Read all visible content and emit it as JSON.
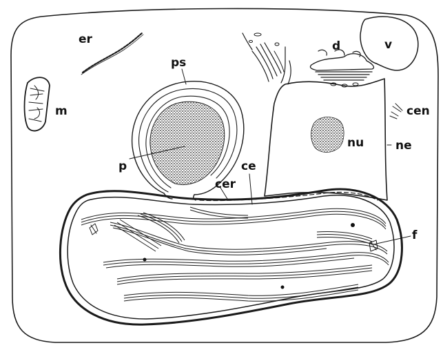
{
  "diagram": {
    "labels": {
      "er": "er",
      "ps": "ps",
      "d": "d",
      "v": "v",
      "m": "m",
      "cen": "cen",
      "nu": "nu",
      "ne": "ne",
      "p": "p",
      "ce": "ce",
      "cer": "cer",
      "f": "f"
    },
    "colors": {
      "ink": "#1a1a1a",
      "background": "#ffffff",
      "stipple": "#555555"
    }
  }
}
